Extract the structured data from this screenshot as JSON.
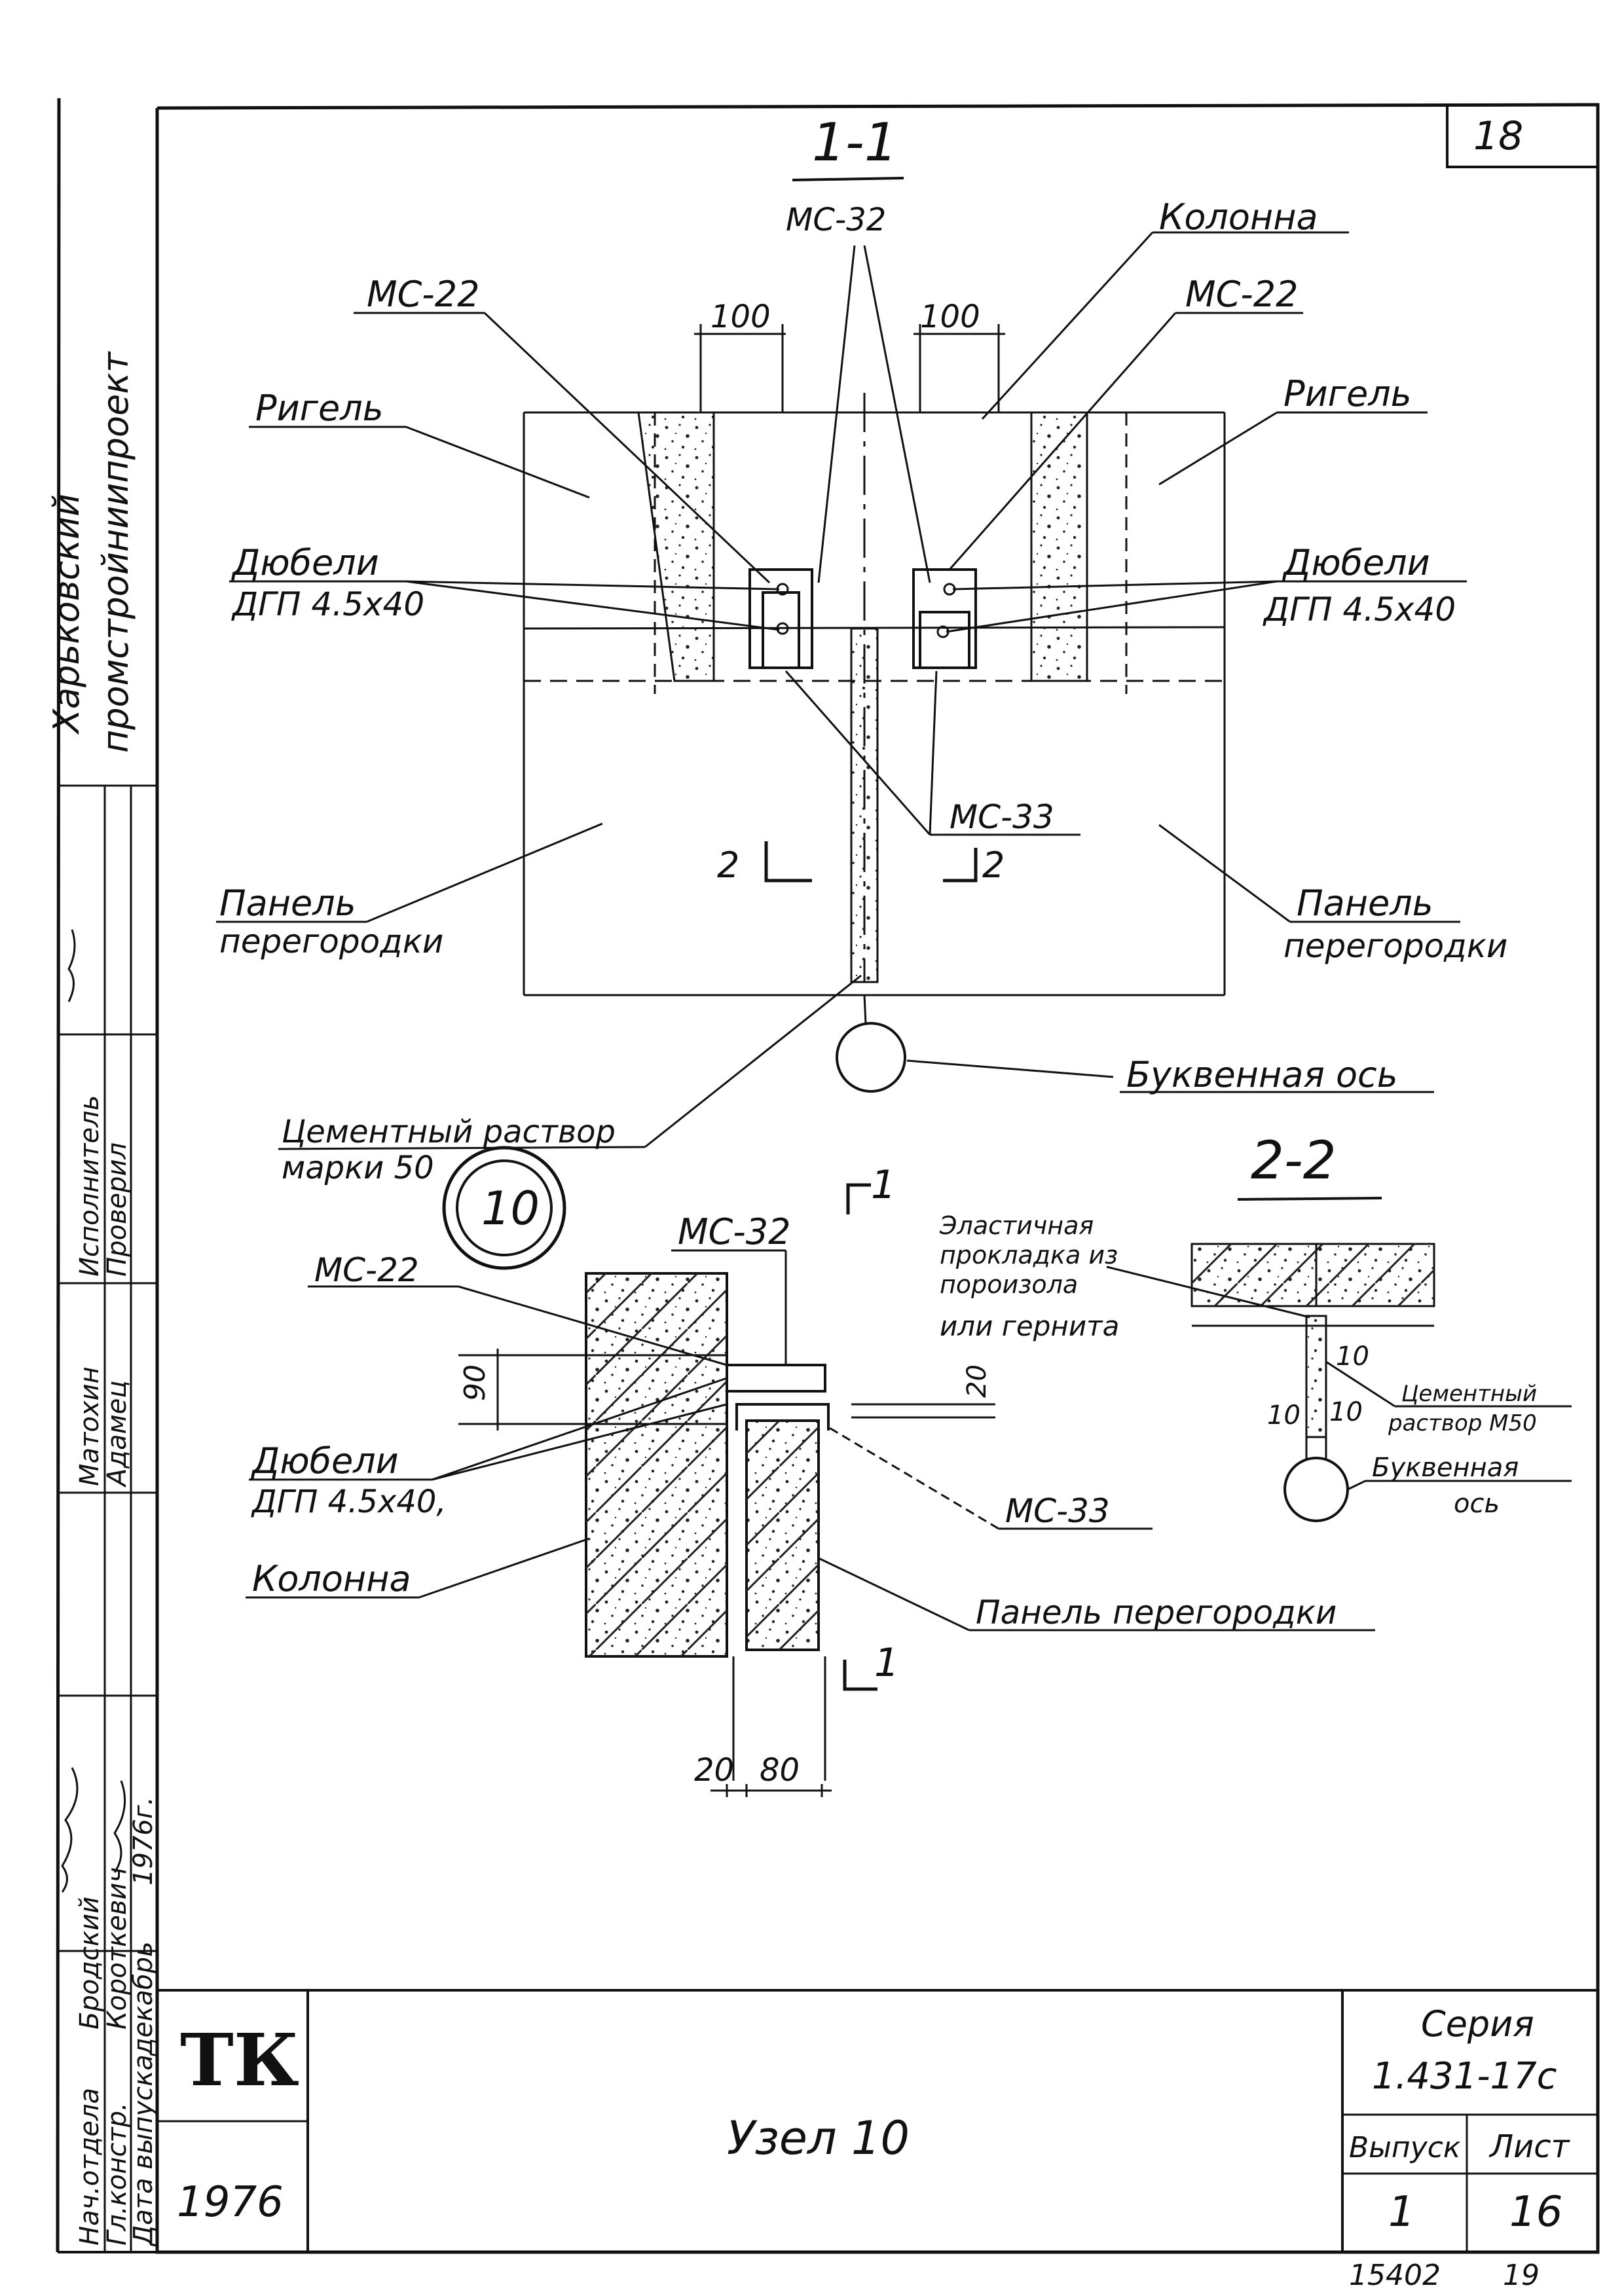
{
  "sheet": {
    "corner_number": "18"
  },
  "vertical_title": {
    "line1": "Харьковский",
    "line2": "промстройниипроект"
  },
  "stamp": {
    "rows": [
      {
        "role": "Нач.отдела",
        "name": "Бродский"
      },
      {
        "role": "Гл.констр.",
        "name": "Короткевич"
      },
      {
        "role": "Дата выпуска",
        "name": "декабрь",
        "value": "1976г."
      },
      {
        "role": "Исполнитель",
        "name": "Матохин"
      },
      {
        "role": "Проверил",
        "name": "Адамец"
      }
    ]
  },
  "section_1_1": {
    "title": "1-1",
    "labels": {
      "mc32": "МС-32",
      "column": "Колонна",
      "mc22_left": "МС-22",
      "mc22_right": "МС-22",
      "dim_100_left": "100",
      "dim_100_right": "100",
      "rigel_left": "Ригель",
      "rigel_right": "Ригель",
      "dowels_left_1": "Дюбели",
      "dowels_left_2": "ДГП 4.5х40",
      "dowels_right_1": "Дюбели",
      "dowels_right_2": "ДГП 4.5х40",
      "mc33": "МС-33",
      "cut2_left": "2",
      "cut2_right": "2",
      "panel_left_1": "Панель",
      "panel_left_2": "перегородки",
      "panel_right_1": "Панель",
      "panel_right_2": "перегородки",
      "mortar_1": "Цементный раствор",
      "mortar_2": "марки 50",
      "axis": "Буквенная ось"
    }
  },
  "node_mark": "10",
  "plan_view": {
    "labels": {
      "mc32": "МС-32",
      "mc22": "МС-22",
      "dim_90": "90",
      "dim_20_top": "20",
      "dowels_1": "Дюбели",
      "dowels_2": "ДГП 4.5х40,",
      "mc33": "МС-33",
      "column": "Колонна",
      "panel": "Панель перегородки",
      "dim_20_bottom": "20",
      "dim_80": "80",
      "cut1_top": "1",
      "cut1_bottom": "1"
    }
  },
  "section_2_2": {
    "title": "2-2",
    "labels": {
      "gasket_1": "Эластичная",
      "gasket_2": "прокладка из",
      "gasket_3": "пороизола",
      "gasket_4": "или гернита",
      "dim_10a": "10",
      "dim_10b": "10",
      "dim_10c": "10",
      "mortar_1": "Цементный",
      "mortar_2": "раствор М50",
      "axis_1": "Буквенная",
      "axis_2": "ось"
    }
  },
  "title_block": {
    "logo": "ТК",
    "year": "1976",
    "title": "Узел 10",
    "series_label": "Серия",
    "series_value": "1.431-17с",
    "issue_label": "Выпуск",
    "sheet_label": "Лист",
    "issue_value": "1",
    "sheet_value": "16"
  },
  "footer": {
    "code": "15402",
    "num": "19"
  }
}
